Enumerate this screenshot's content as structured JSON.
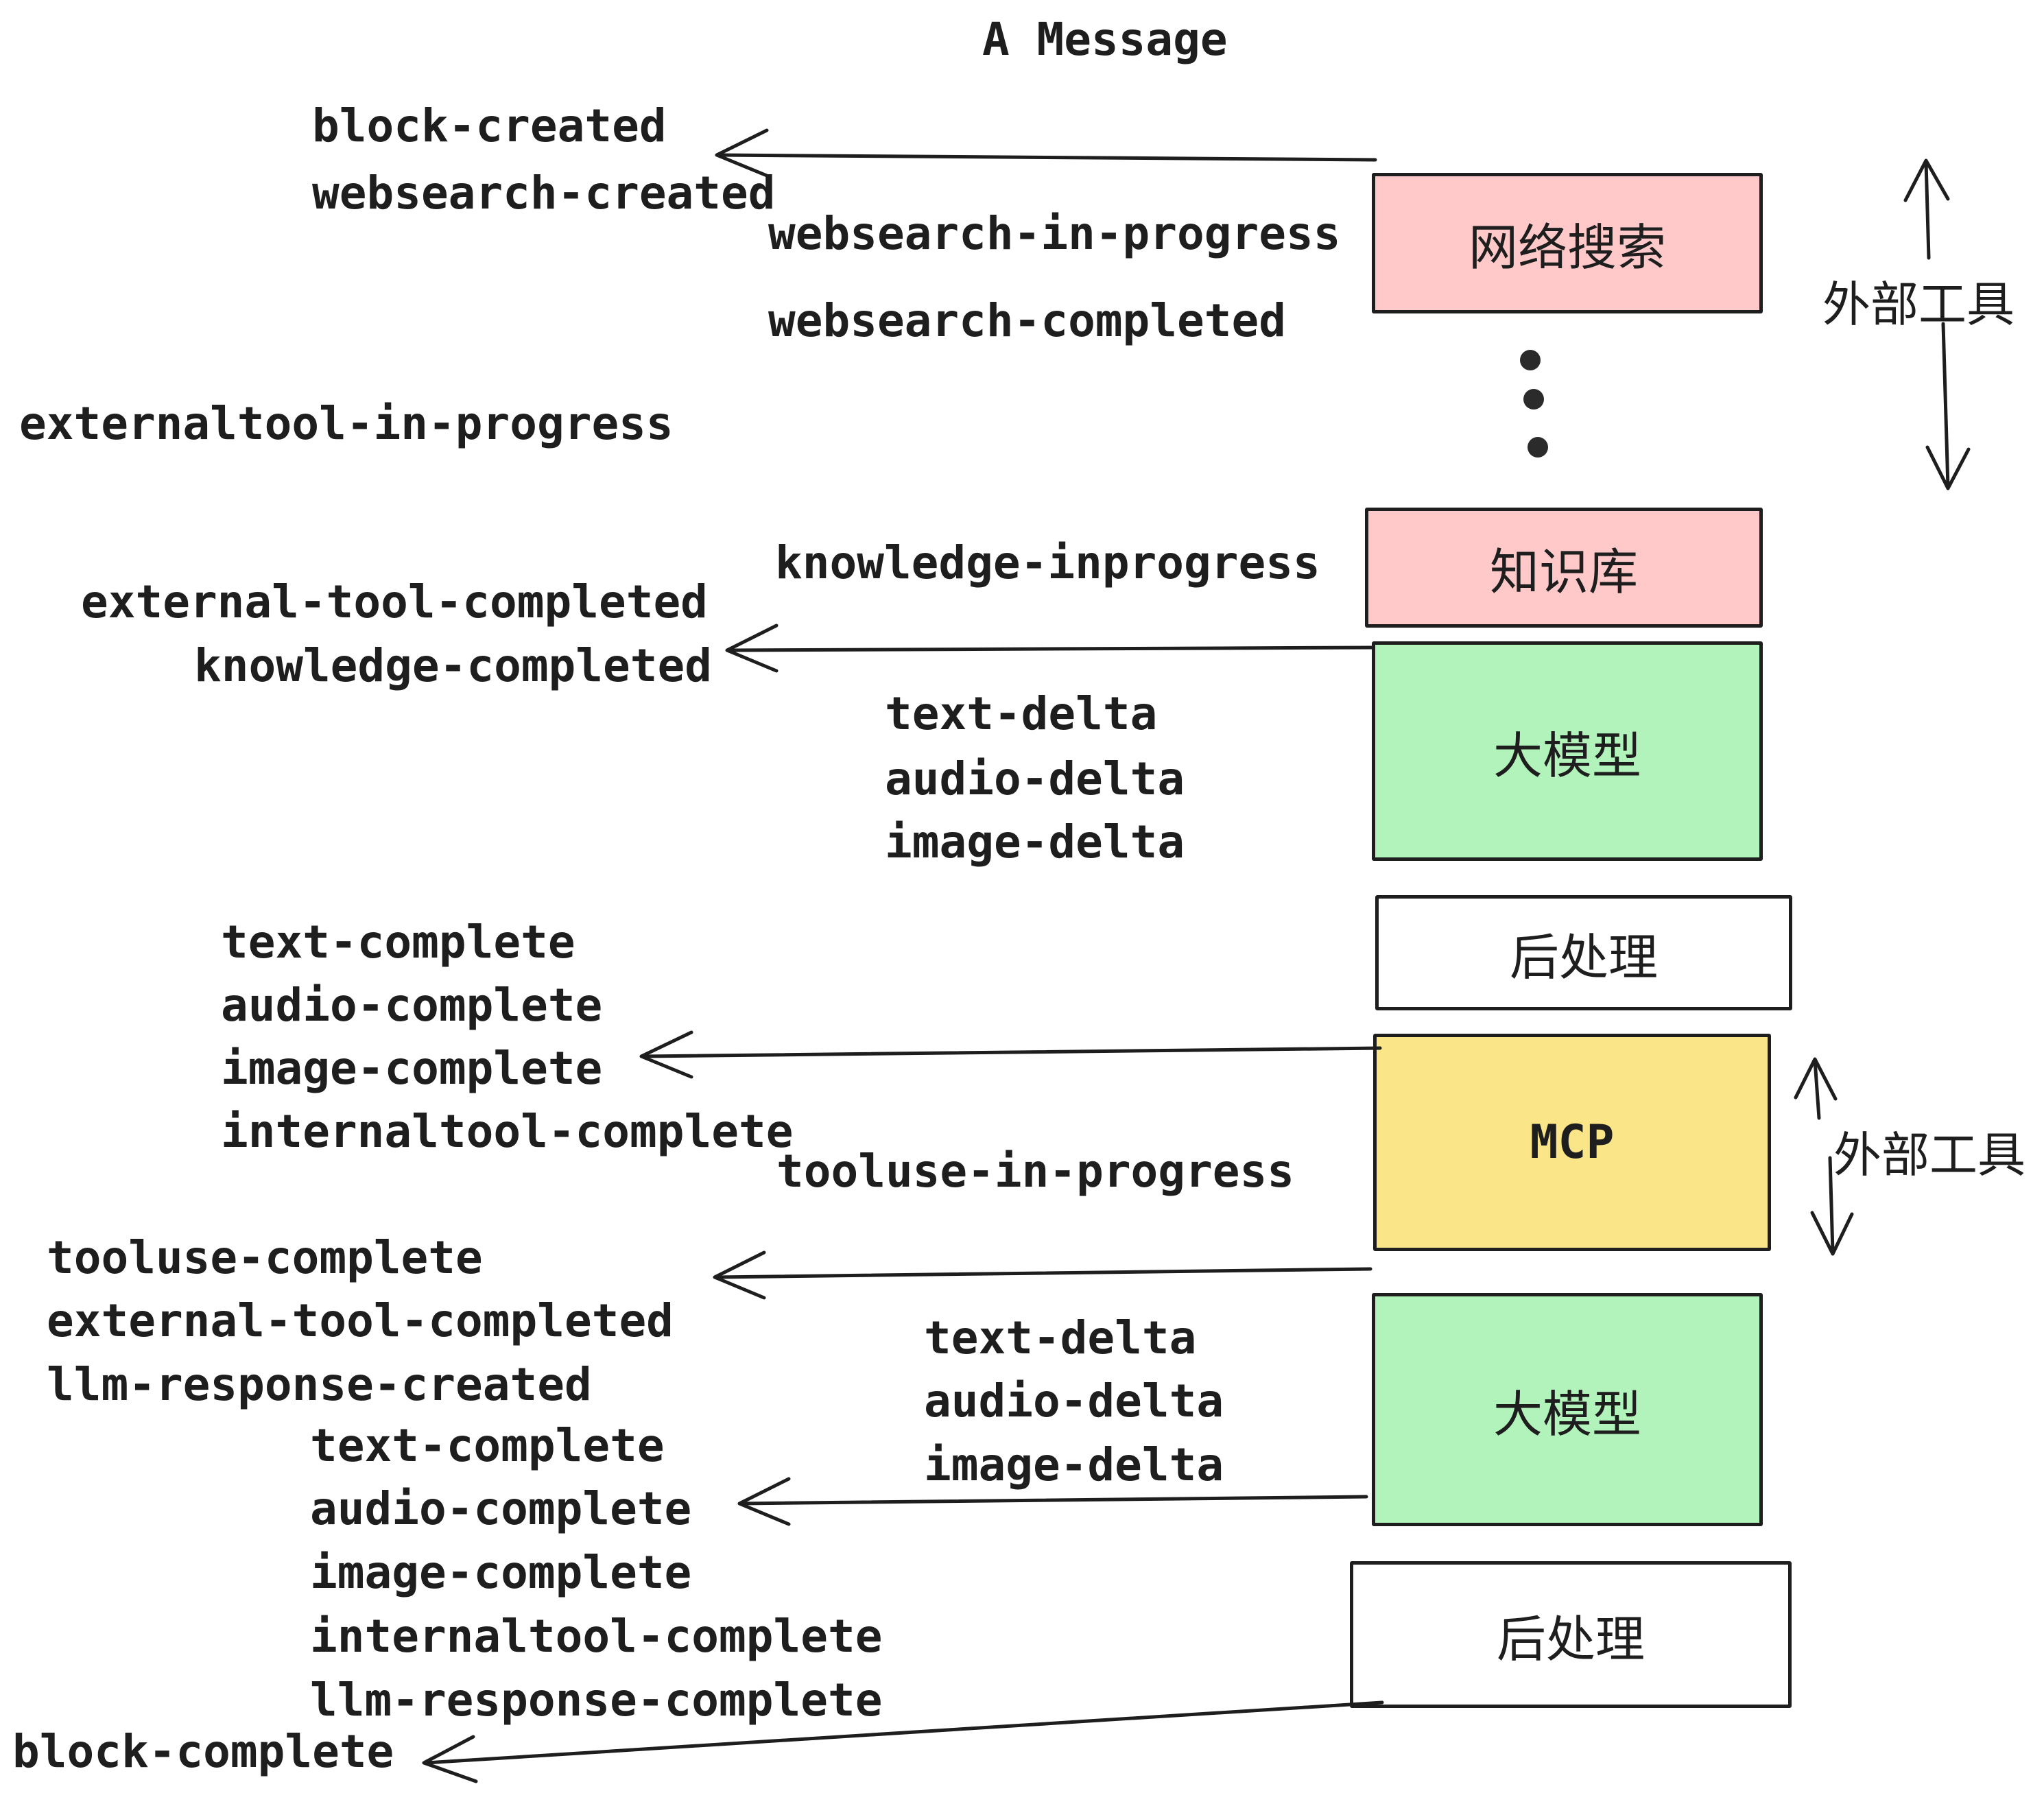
{
  "title": "A Message",
  "colors": {
    "pink": "#ffc9c9",
    "green": "#b2f2bb",
    "yellow": "#fae588",
    "white": "#ffffff",
    "ink": "#1e1e1e"
  },
  "boxes": [
    {
      "id": "websearch",
      "label": "网络搜索"
    },
    {
      "id": "knowledge",
      "label": "知识库"
    },
    {
      "id": "llm-1",
      "label": "大模型"
    },
    {
      "id": "postprocess-1",
      "label": "后处理"
    },
    {
      "id": "mcp",
      "label": "MCP"
    },
    {
      "id": "llm-2",
      "label": "大模型"
    },
    {
      "id": "postprocess-2",
      "label": "后处理"
    }
  ],
  "side_labels": [
    "外部工具",
    "外部工具"
  ],
  "events": [
    "block-created",
    "websearch-created",
    "websearch-in-progress",
    "websearch-completed",
    "externaltool-in-progress",
    "knowledge-inprogress",
    "external-tool-completed",
    "knowledge-completed",
    "text-delta",
    "audio-delta",
    "image-delta",
    "text-complete",
    "audio-complete",
    "image-complete",
    "internaltool-complete",
    "tooluse-in-progress",
    "tooluse-complete",
    "external-tool-completed",
    "llm-response-created",
    "text-delta",
    "audio-delta",
    "image-delta",
    "text-complete",
    "audio-complete",
    "image-complete",
    "internaltool-complete",
    "llm-response-complete",
    "block-complete"
  ]
}
